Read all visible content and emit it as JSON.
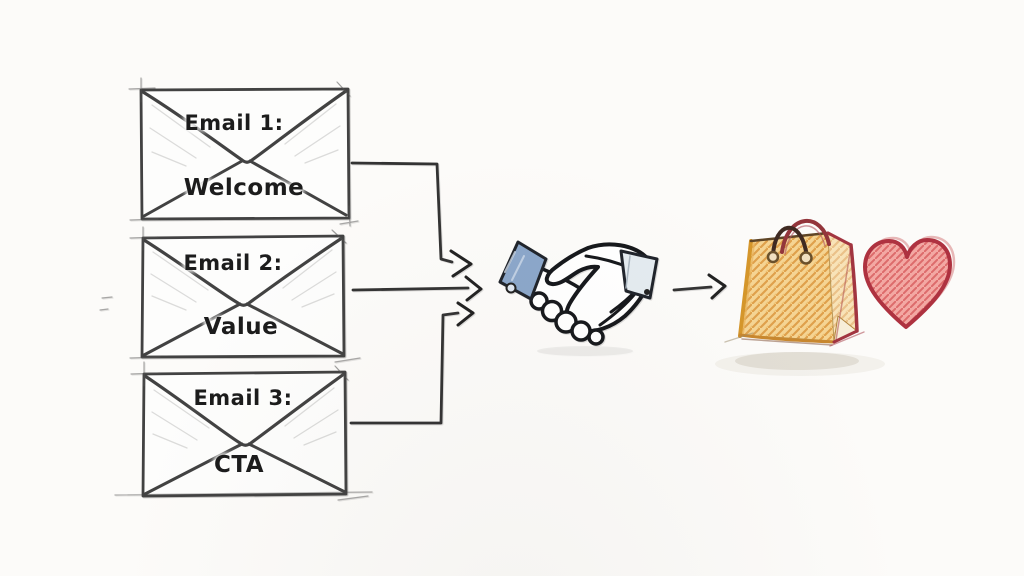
{
  "diagram": {
    "emails": [
      {
        "title": "Email 1:",
        "label": "Welcome"
      },
      {
        "title": "Email 2:",
        "label": "Value"
      },
      {
        "title": "Email 3:",
        "label": "CTA"
      }
    ],
    "icons": [
      "envelope-icon",
      "arrow-icon",
      "handshake-icon",
      "shopping-bag-icon",
      "heart-icon"
    ],
    "colors": {
      "background": "#fcfbf9",
      "sketch_stroke": "#3c3c3c",
      "arrow": "#2c2c2c",
      "text": "#1c1c1c",
      "cuff_left_blue": "#8ba7ca",
      "cuff_right_gray": "#e4ebf0",
      "bag_fill": "#f5d493",
      "bag_hatch": "#dfa04b",
      "bag_edge_orange": "#d5962b",
      "bag_edge_red": "#a23540",
      "bag_handle_brown": "#3f2a22",
      "bag_handle_red": "#93353b",
      "heart_fill": "#f3a8a3",
      "heart_hatch": "#dd6b6b",
      "heart_outline": "#ae3240"
    }
  }
}
